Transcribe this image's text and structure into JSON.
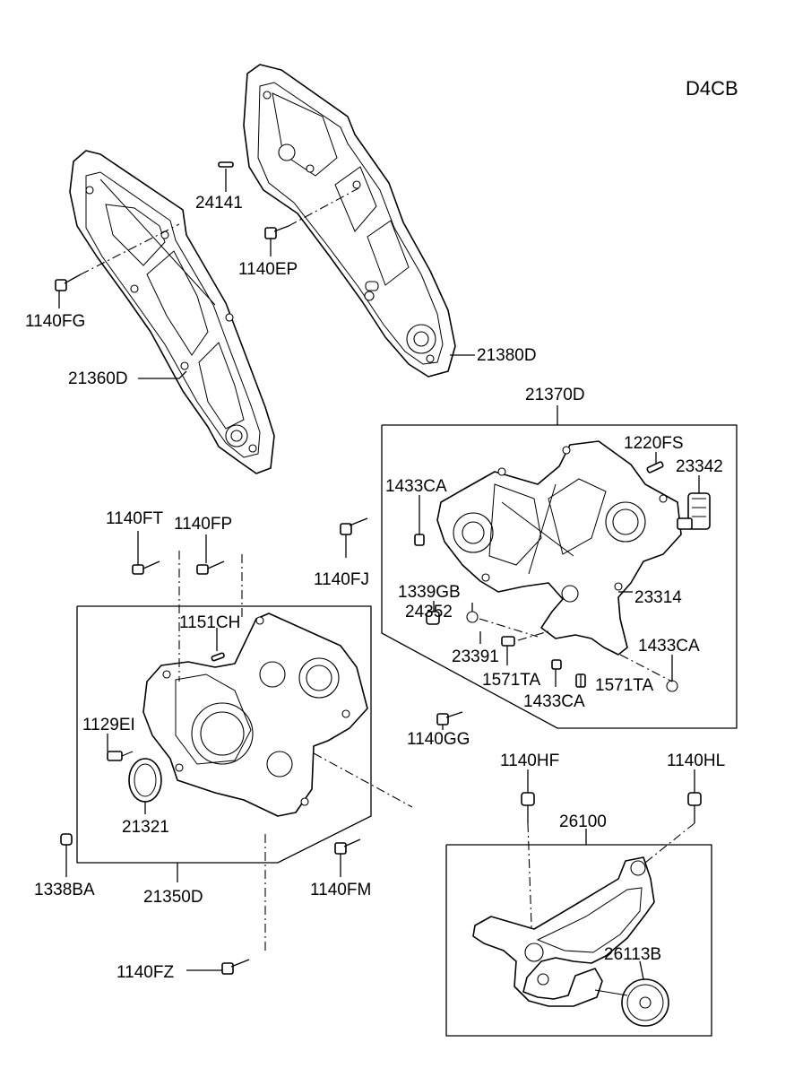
{
  "engine_code": "D4CB",
  "labels": {
    "p24141": "24141",
    "p1140EP": "1140EP",
    "p1140FG": "1140FG",
    "p21360D": "21360D",
    "p21380D": "21380D",
    "p21370D": "21370D",
    "p1220FS": "1220FS",
    "p23342": "23342",
    "p1433CA_a": "1433CA",
    "p1140FT": "1140FT",
    "p1140FP": "1140FP",
    "p1140FJ": "1140FJ",
    "p1339GB": "1339GB",
    "p24352": "24352",
    "p23314": "23314",
    "p1151CH": "1151CH",
    "p23391": "23391",
    "p1571TA_a": "1571TA",
    "p1571TA_b": "1571TA",
    "p1433CA_b": "1433CA",
    "p1433CA_c": "1433CA",
    "p1129EI": "1129EI",
    "p1140GG": "1140GG",
    "p1140HF": "1140HF",
    "p1140HL": "1140HL",
    "p21321": "21321",
    "p26100": "26100",
    "p1338BA": "1338BA",
    "p21350D": "21350D",
    "p1140FM": "1140FM",
    "p26113B": "26113B",
    "p1140FZ": "1140FZ"
  }
}
